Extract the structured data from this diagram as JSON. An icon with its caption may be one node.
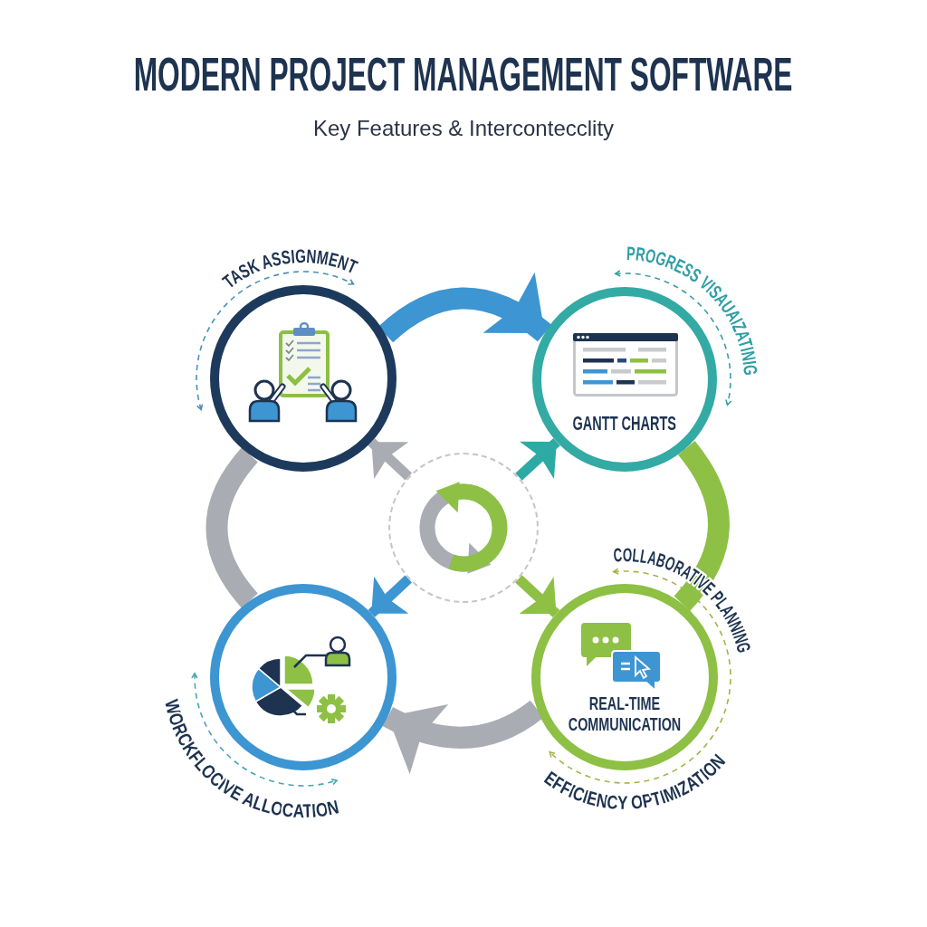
{
  "diagram": {
    "title": "MODERN PROJECT MANAGEMENT SOFTWARE",
    "nodes": [
      {
        "text": [
          "TASK ASSIGNMENT"
        ]
      },
      {
        "text": [
          "PROGRESS VISAUAIZATINIG",
          "GANTT CHARTS"
        ]
      },
      {
        "text": [
          "WORCKFLOCIVE ALLOCATION"
        ]
      },
      {
        "text": [
          "COLLABORATIVE PLANNING",
          "REAL-TIME COMMUNICATION",
          "EFFICIENCY OPTIMIZATION"
        ]
      },
      {
        "text": [],
        "shape": "circle"
      }
    ],
    "edges": [
      {
        "from": 0,
        "to": 1,
        "arrow": "to",
        "style": "thick",
        "color": "#3d95d2"
      },
      {
        "from": 1,
        "to": 3,
        "arrow": "none",
        "style": "thick",
        "color": "#8dc044"
      },
      {
        "from": 3,
        "to": 2,
        "arrow": "to",
        "style": "thick"
      },
      {
        "from": 2,
        "to": 0,
        "arrow": "none",
        "style": "thick"
      },
      {
        "from": 4,
        "to": 0,
        "arrow": "to"
      },
      {
        "from": 4,
        "to": 1,
        "arrow": "to",
        "color": "#2eaaa5"
      },
      {
        "from": 4,
        "to": 2,
        "arrow": "to",
        "color": "#3d95d2"
      },
      {
        "from": 4,
        "to": 3,
        "arrow": "to",
        "color": "#8dc044"
      }
    ],
    "labels": [
      "Key Features & Intercontecclity"
    ]
  }
}
